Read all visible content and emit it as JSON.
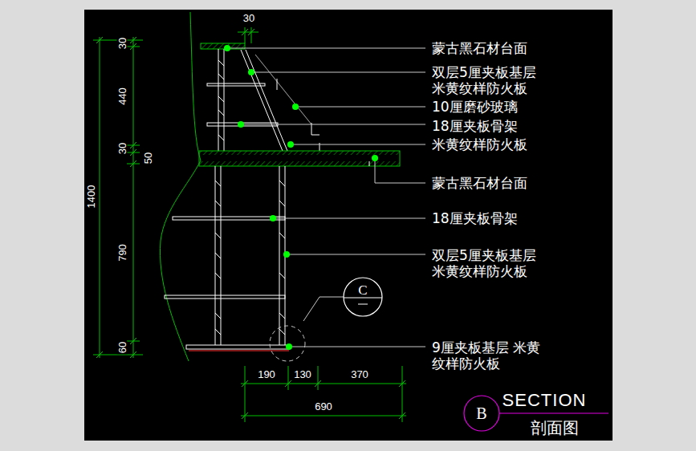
{
  "diagram": {
    "nodes": [
      {
        "text": [
          "C"
        ]
      },
      {
        "text": [
          "B"
        ]
      }
    ],
    "labels": [
      "30",
      "30",
      "440",
      "30",
      "50",
      "1400",
      "790",
      "60",
      "190",
      "130",
      "370",
      "690",
      "蒙古黑石材台面",
      "双层5厘夹板基层 米黄纹样防火板",
      "10厘磨砂玻璃",
      "18厘夹板骨架",
      "米黄纹样防火板",
      "蒙古黑石材台面",
      "18厘夹板骨架",
      "双层5厘夹板基层 米黄纹样防火板",
      "9厘夹板基层 米黄纹样防火板",
      "SECTION",
      "剖面图"
    ]
  }
}
